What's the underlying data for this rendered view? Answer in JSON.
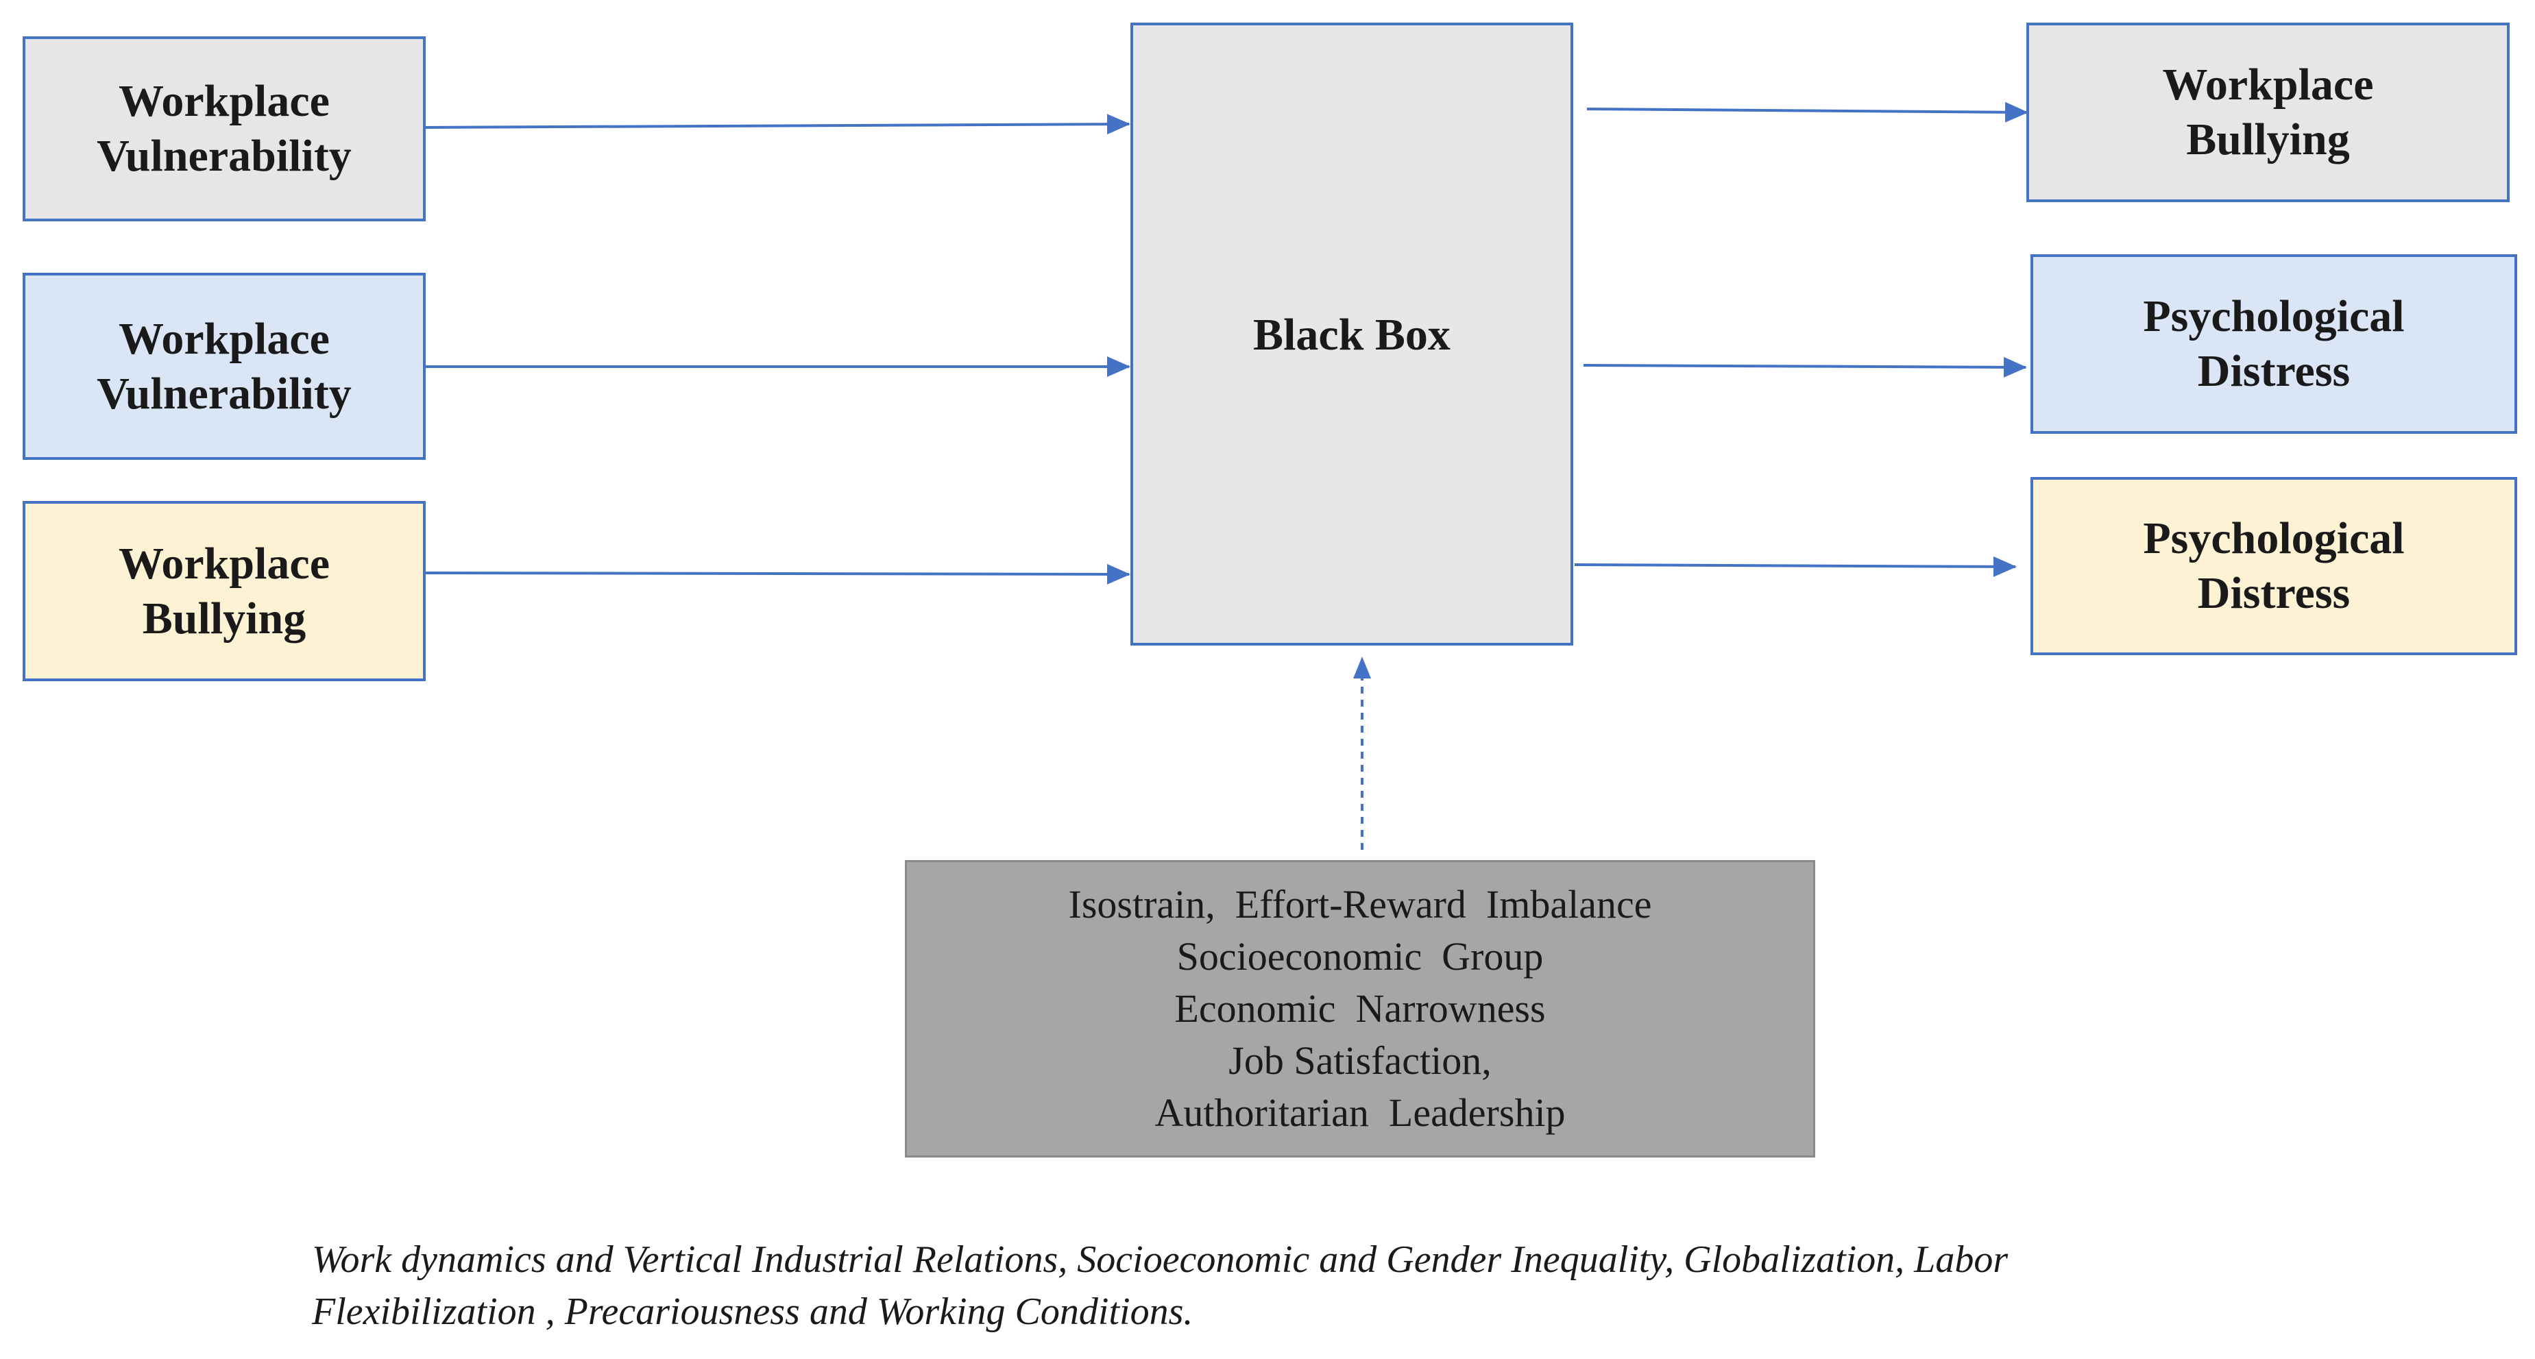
{
  "inputs": [
    {
      "line1": "Workplace",
      "line2": "Vulnerability",
      "color": "#e6e6e6"
    },
    {
      "line1": "Workplace",
      "line2": "Vulnerability",
      "color": "#dae6f5"
    },
    {
      "line1": "Workplace",
      "line2": "Bullying",
      "color": "#fdf2d3"
    }
  ],
  "center": {
    "label": "Black Box"
  },
  "outputs": [
    {
      "line1": "Workplace",
      "line2": "Bullying",
      "color": "#e6e6e6"
    },
    {
      "line1": "Psychological",
      "line2": "Distress",
      "color": "#dae6f5"
    },
    {
      "line1": "Psychological",
      "line2": "Distress",
      "color": "#fdf2d3"
    }
  ],
  "factors": [
    "Isostrain,  Effort-Reward  Imbalance",
    "Socioeconomic  Group",
    "Economic  Narrowness",
    "Job Satisfaction,",
    "Authoritarian  Leadership"
  ],
  "footnote": {
    "line1": "Work dynamics and Vertical Industrial Relations, Socioeconomic and Gender Inequality, Globalization, Labor",
    "line2": "Flexibilization , Precariousness and Working Conditions."
  },
  "colors": {
    "border": "#4472c4",
    "arrow": "#4472c4",
    "factors_bg": "#a6a6a6"
  }
}
